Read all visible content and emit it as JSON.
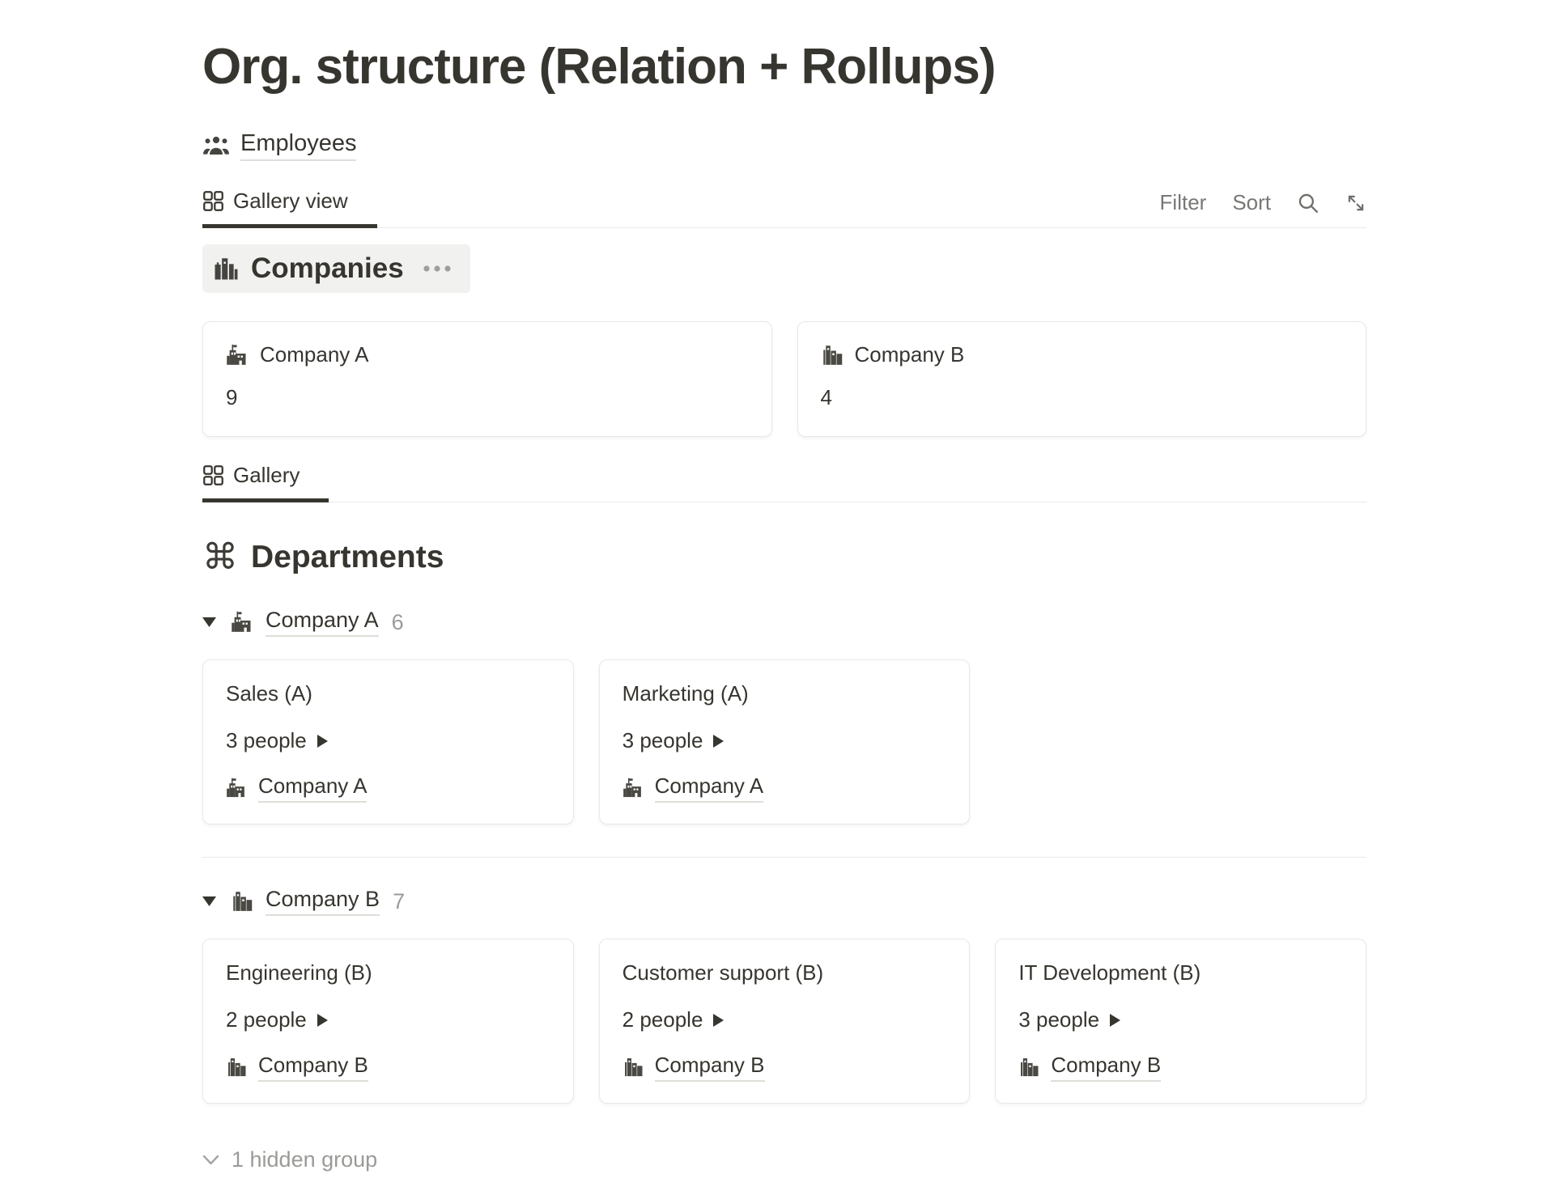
{
  "page": {
    "title": "Org. structure (Relation + Rollups)",
    "source_link": {
      "label": "Employees",
      "icon": "people-icon"
    }
  },
  "toolbar": {
    "view_tab": {
      "label": "Gallery view",
      "icon": "gallery-icon"
    },
    "filter_label": "Filter",
    "sort_label": "Sort",
    "icons": [
      "search-icon",
      "expand-icon"
    ]
  },
  "companies": {
    "heading": "Companies",
    "icon": "factory-icon",
    "more_icon": "dots-icon",
    "cards": [
      {
        "icon": "school-icon",
        "title": "Company A",
        "value": "9"
      },
      {
        "icon": "cityscape-icon",
        "title": "Company B",
        "value": "4"
      }
    ]
  },
  "departments": {
    "view_tab": {
      "label": "Gallery",
      "icon": "gallery-icon"
    },
    "heading": "Departments",
    "icon": "command-icon",
    "groups": [
      {
        "name": "Company A",
        "icon": "school-icon",
        "count": "6",
        "cards": [
          {
            "title": "Sales (A)",
            "people": "3 people",
            "company": "Company A",
            "company_icon": "school-icon"
          },
          {
            "title": "Marketing (A)",
            "people": "3 people",
            "company": "Company A",
            "company_icon": "school-icon"
          }
        ]
      },
      {
        "name": "Company B",
        "icon": "cityscape-icon",
        "count": "7",
        "cards": [
          {
            "title": "Engineering (B)",
            "people": "2 people",
            "company": "Company B",
            "company_icon": "cityscape-icon"
          },
          {
            "title": "Customer support (B)",
            "people": "2 people",
            "company": "Company B",
            "company_icon": "cityscape-icon"
          },
          {
            "title": "IT Development (B)",
            "people": "3 people",
            "company": "Company B",
            "company_icon": "cityscape-icon"
          }
        ]
      }
    ],
    "hidden_label": "1 hidden group"
  },
  "colors": {
    "text": "#37352f",
    "muted": "#787774",
    "faint": "#9b9a97",
    "border": "#e9e9e7",
    "heading_bg": "#f1f1ef",
    "tab_underline": "#37352f"
  }
}
